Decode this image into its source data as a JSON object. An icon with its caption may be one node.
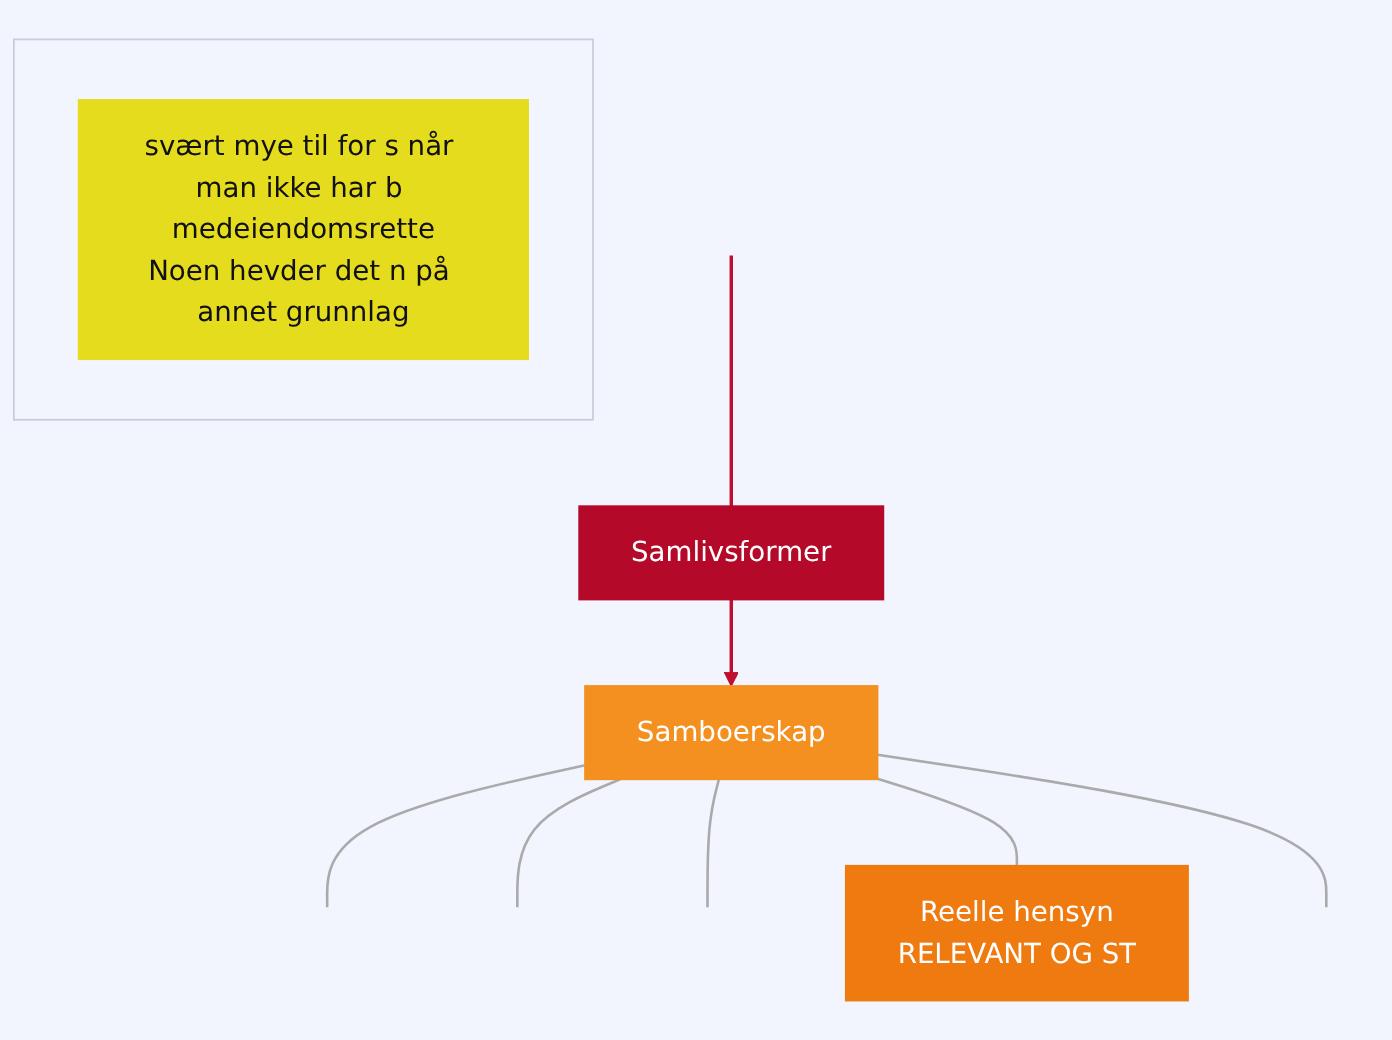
{
  "diagram": {
    "nodes": [
      {
        "text": [],
        "shape": "box"
      },
      {
        "text": [
          "svært mye til for s når man ikke har b medeiendomsrette",
          "Noen hevder det n på annet grunnlag"
        ],
        "in": 0
      },
      {
        "text": [
          "Samlivsformer"
        ]
      },
      {
        "text": [
          "Samboerskap"
        ]
      },
      {
        "text": [
          "Reelle hensyn",
          "RELEVANT OG ST"
        ]
      }
    ],
    "edges": [
      {
        "from": null,
        "to": 2,
        "arrow": "none",
        "color": "#c0102f"
      },
      {
        "from": 2,
        "to": 3,
        "arrow": "to",
        "color": "#c0102f"
      },
      {
        "from": 3,
        "to": null,
        "arrow": "none"
      },
      {
        "from": 3,
        "to": null,
        "arrow": "none"
      },
      {
        "from": 3,
        "to": null,
        "arrow": "none"
      },
      {
        "from": 3,
        "to": 4,
        "arrow": "none"
      },
      {
        "from": 3,
        "to": null,
        "arrow": "none"
      }
    ]
  }
}
